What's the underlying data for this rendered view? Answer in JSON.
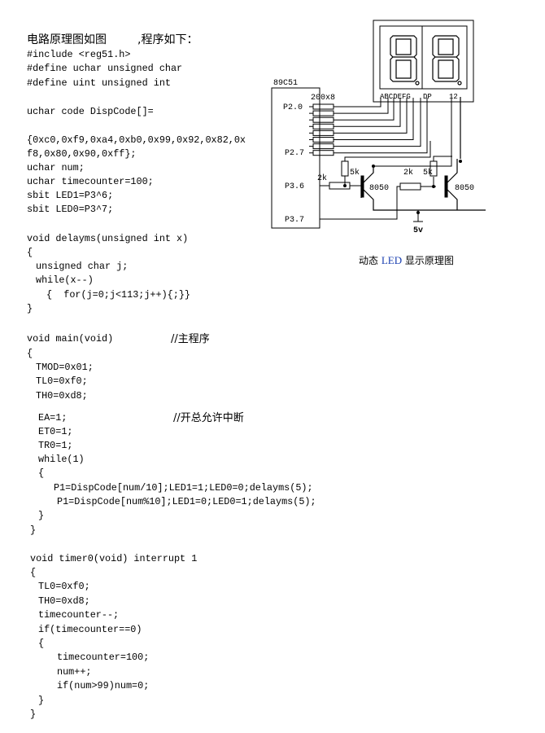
{
  "title": {
    "left": "电路原理图如图",
    "right": ",程序如下："
  },
  "code_lines": [
    "#include <reg51.h>",
    "#define uchar unsigned char",
    "#define uint unsigned int",
    "uchar code DispCode[]=",
    "{0xc0,0xf9,0xa4,0xb0,0x99,0x92,0x82,0x",
    "f8,0x80,0x90,0xff};",
    "uchar num;",
    "uchar timecounter=100;",
    "sbit LED1=P3^6;",
    "sbit LED0=P3^7;",
    "void delayms(unsigned int x)",
    "{",
    "unsigned char j;",
    "while(x--)",
    "{  for(j=0;j<113;j++){;}}",
    "}",
    "void main(void)",
    "{",
    "TMOD=0x01;",
    "TL0=0xf0;",
    "TH0=0xd8;",
    "EA=1;",
    "ET0=1;",
    "TR0=1;",
    "while(1)",
    "{",
    "P1=DispCode[num/10];LED1=1;LED0=0;delayms(5);",
    "P1=DispCode[num%10];LED1=0;LED0=1;delayms(5);",
    "}",
    "}",
    "void timer0(void) interrupt 1",
    "{",
    "TL0=0xf0;",
    "TH0=0xd8;",
    "timecounter--;",
    "if(timecounter==0)",
    "{",
    "timecounter=100;",
    "num++;",
    "if(num>99)num=0;",
    "}",
    "}"
  ],
  "comments": {
    "main": "//主程序",
    "ea": "//开总允许中断"
  },
  "diagram": {
    "chip": "89C51",
    "resistor_array": "200x8",
    "pins": [
      "P2.0",
      "P2.7",
      "P3.6",
      "P3.7"
    ],
    "segment_labels": "ABCDEFG",
    "dp_label": "DP",
    "digit_labels": "12",
    "r1": "2k",
    "r2": "5k",
    "r3": "2k",
    "r4": "5k",
    "t1": "8050",
    "t2": "8050",
    "supply": "5v"
  },
  "caption": {
    "pre": "动态 ",
    "led": "LED",
    "post": " 显示原理图"
  }
}
